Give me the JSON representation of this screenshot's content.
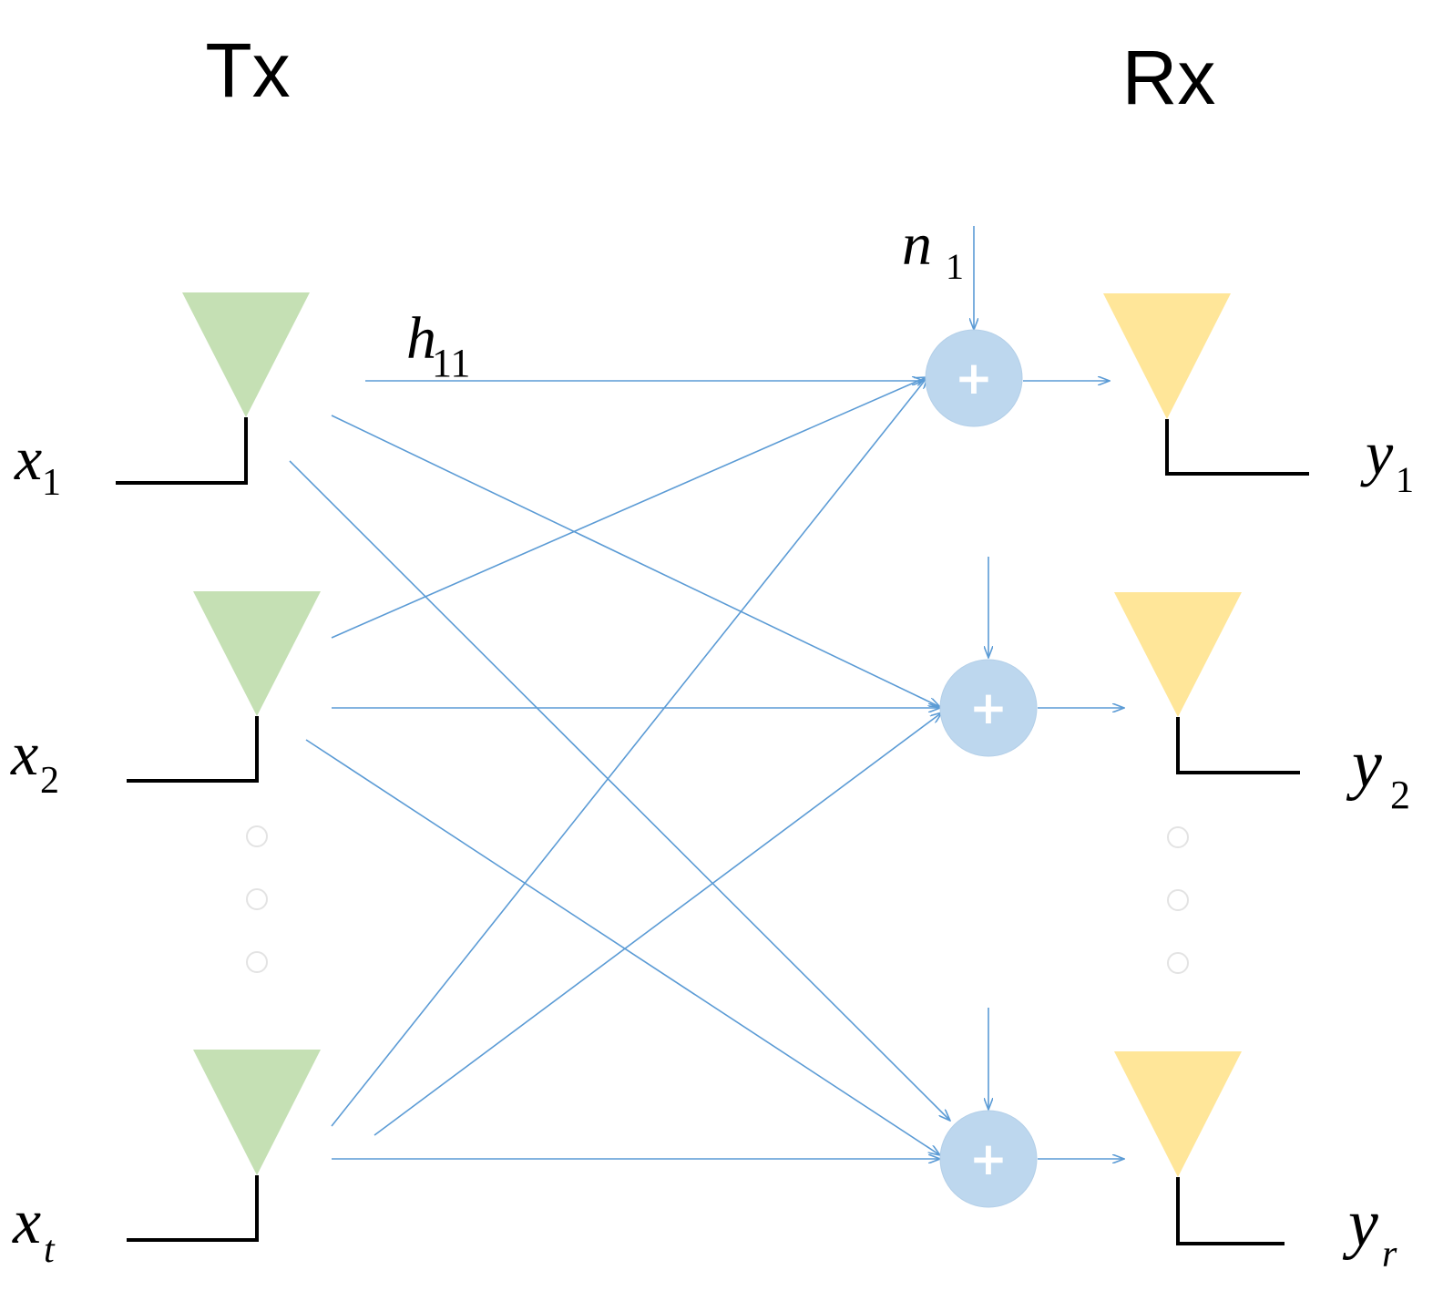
{
  "headers": {
    "tx": "Tx",
    "rx": "Rx"
  },
  "inputs": [
    {
      "var": "x",
      "sub": "1"
    },
    {
      "var": "x",
      "sub": "2"
    },
    {
      "var": "x",
      "sub": "t"
    }
  ],
  "outputs": [
    {
      "var": "y",
      "sub": "1"
    },
    {
      "var": "y",
      "sub": "2"
    },
    {
      "var": "y",
      "sub": "r"
    }
  ],
  "channel_label": {
    "var": "h",
    "sub": "11"
  },
  "noise_label": {
    "var": "n",
    "sub": "1"
  },
  "adder_symbol": "+",
  "colors": {
    "tx_antenna": "#c5e0b4",
    "rx_antenna": "#ffe699",
    "adder": "#bdd7ee",
    "link": "#5b9bd5",
    "dots": "#e6e6e6"
  }
}
